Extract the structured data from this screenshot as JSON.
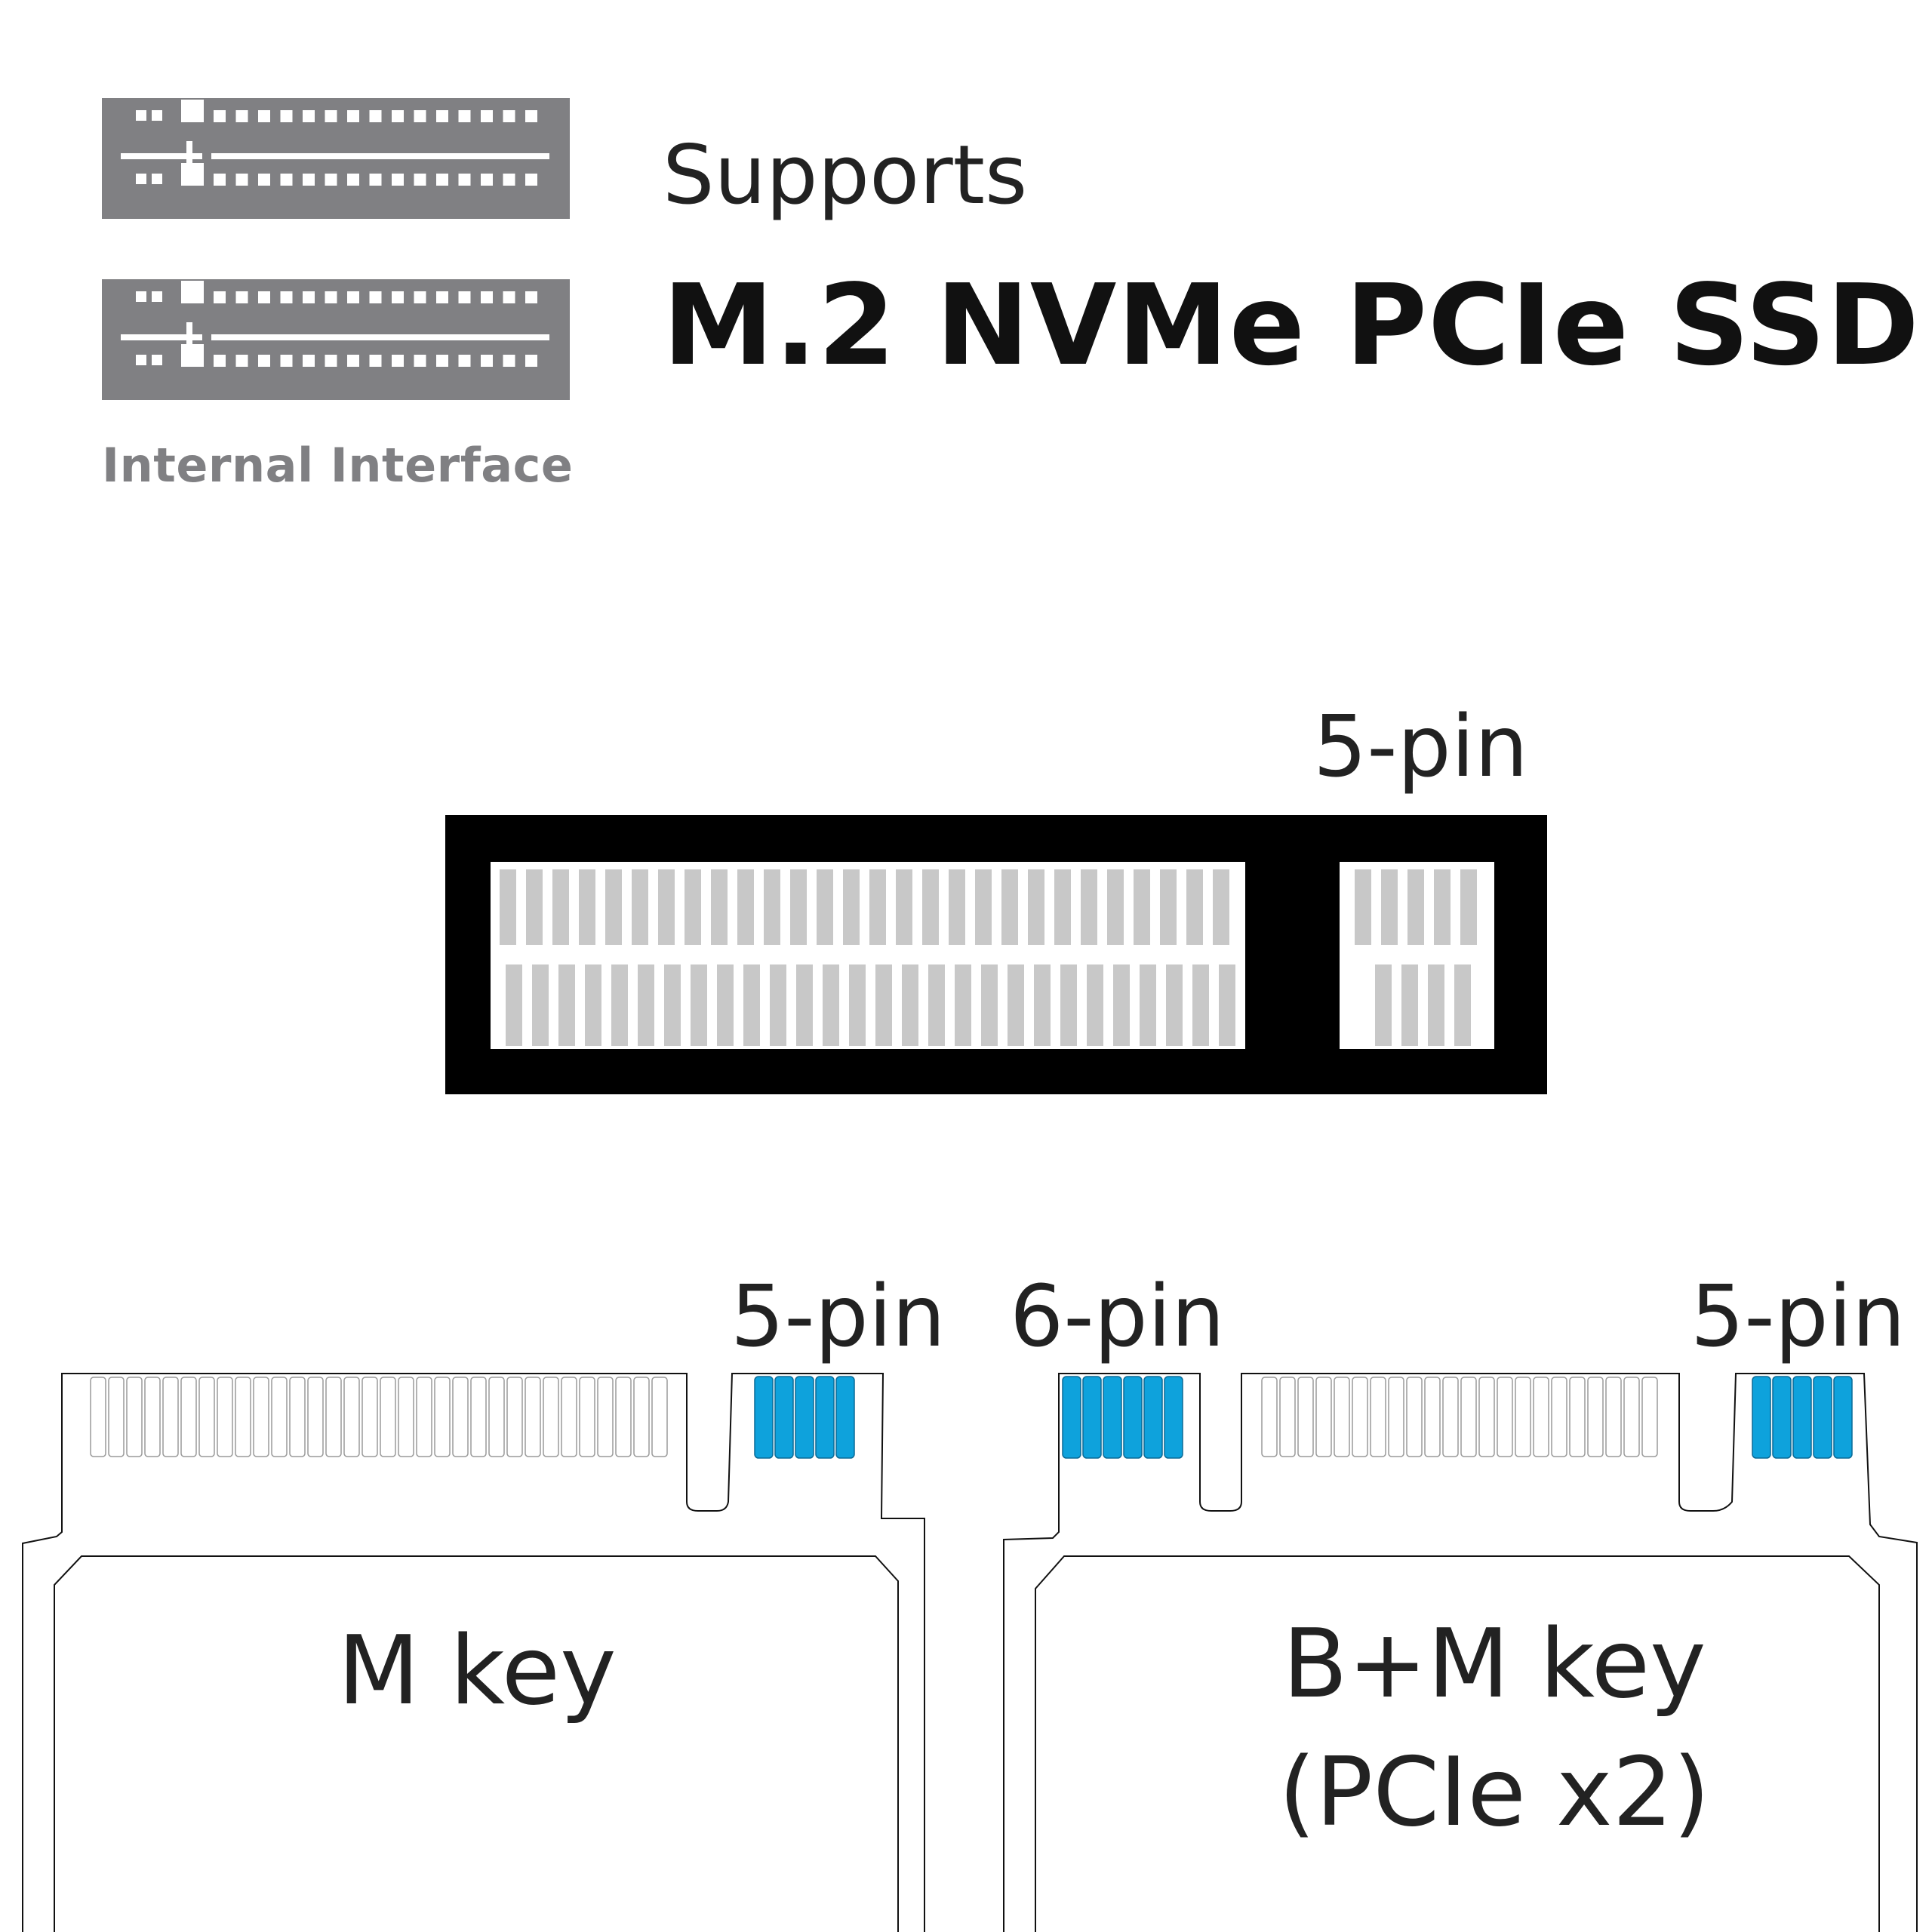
{
  "header": {
    "icon_caption": "Internal Interface",
    "supports": "Supports",
    "headline": "M.2 NVMe PCIe SSD"
  },
  "slot": {
    "pin_label": "5-pin"
  },
  "cards": [
    {
      "name": "m-key",
      "title": "M key",
      "pin_labels": [
        "5-pin"
      ]
    },
    {
      "name": "bm-key",
      "title_line1": "B+M key",
      "title_line2": "(PCIe x2)",
      "pin_labels": [
        "6-pin",
        "5-pin"
      ]
    }
  ],
  "colors": {
    "icon_gray": "#808083",
    "slot_black": "#000000",
    "contact_gray": "#c8c8c8",
    "pin_blue": "#0ea2dc"
  }
}
